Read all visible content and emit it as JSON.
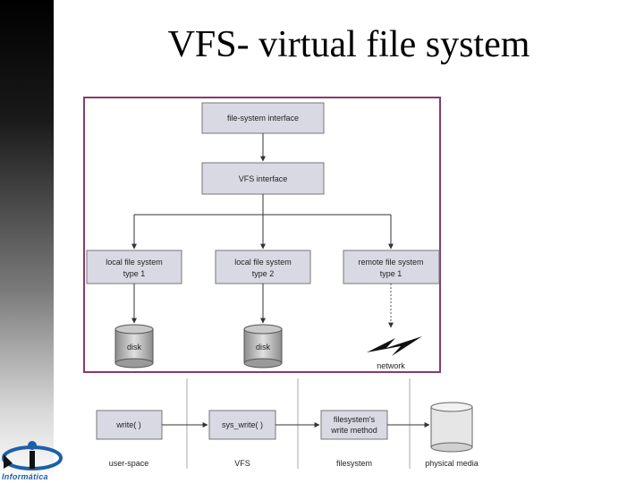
{
  "title": "VFS- virtual file system",
  "top_diagram": {
    "fs_interface": "file-system interface",
    "vfs_interface": "VFS interface",
    "local1_line1": "local file system",
    "local1_line2": "type 1",
    "local2_line1": "local file system",
    "local2_line2": "type 2",
    "remote_line1": "remote file system",
    "remote_line2": "type 1",
    "disk1": "disk",
    "disk2": "disk",
    "network": "network"
  },
  "bottom_diagram": {
    "write": "write( )",
    "sys_write": "sys_write( )",
    "fs_write_line1": "filesystem's",
    "fs_write_line2": "write method",
    "col_user_space": "user-space",
    "col_vfs": "VFS",
    "col_filesystem": "filesystem",
    "col_physical": "physical media"
  },
  "logo": {
    "text": "Informática"
  },
  "colors": {
    "box_fill": "#d9d9e3",
    "frame_border": "#8a3a6a"
  }
}
